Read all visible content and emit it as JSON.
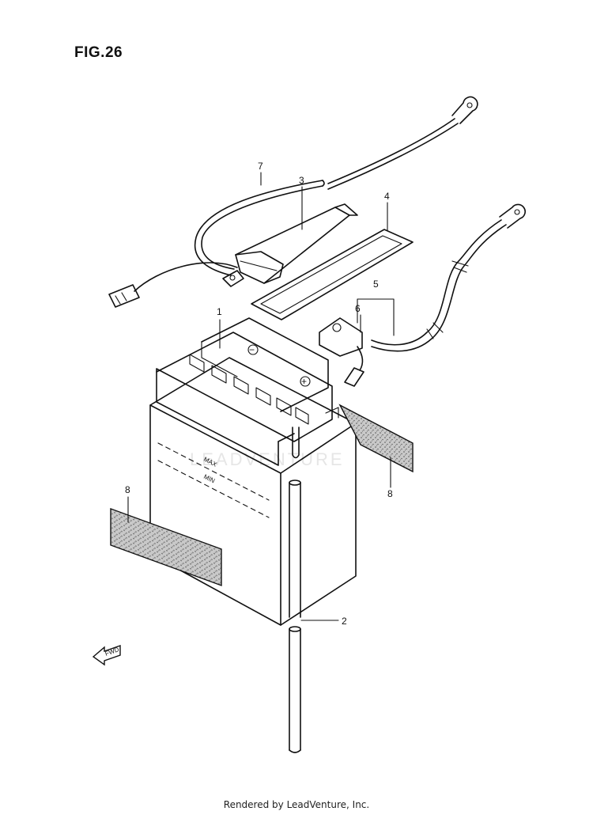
{
  "figure": {
    "title": "FIG.26",
    "footer": "Rendered by LeadVenture, Inc.",
    "watermark": "LEADVENTURE"
  },
  "labels": {
    "max": "MAX",
    "min": "MIN",
    "fwd": "FWD",
    "plus": "+",
    "minus": "−"
  },
  "callouts": [
    {
      "id": "c1",
      "text": "1"
    },
    {
      "id": "c2",
      "text": "2"
    },
    {
      "id": "c3",
      "text": "3"
    },
    {
      "id": "c4",
      "text": "4"
    },
    {
      "id": "c5",
      "text": "5"
    },
    {
      "id": "c6",
      "text": "6"
    },
    {
      "id": "c7",
      "text": "7"
    },
    {
      "id": "c8a",
      "text": "8"
    },
    {
      "id": "c8b",
      "text": "8"
    }
  ]
}
